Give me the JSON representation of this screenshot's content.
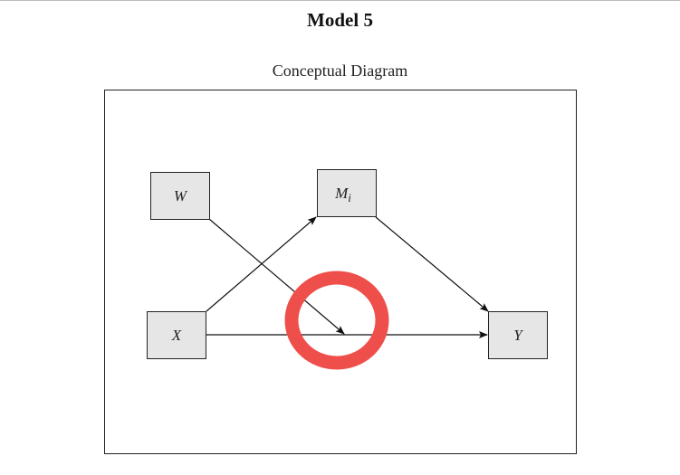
{
  "title": "Model 5",
  "subtitle": "Conceptual Diagram",
  "nodes": {
    "w": "W",
    "m": "M",
    "m_sub": "i",
    "x": "X",
    "y": "Y"
  },
  "colors": {
    "box_fill": "#e6e6e6",
    "annotation": "#ef4f4a"
  }
}
